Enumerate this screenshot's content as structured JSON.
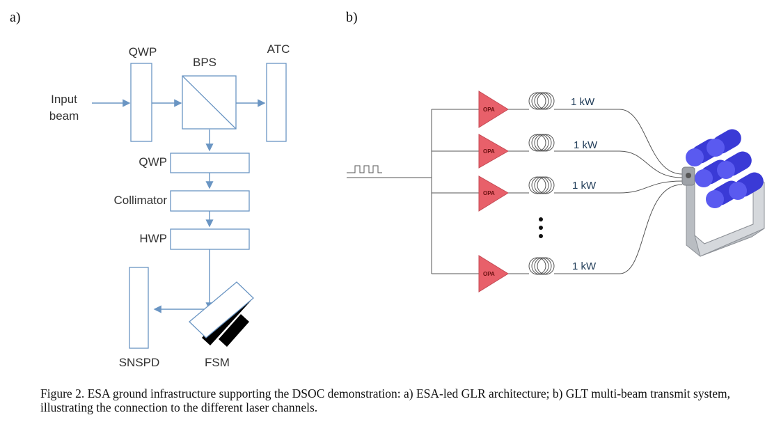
{
  "panels": {
    "a": "a)",
    "b": "b)"
  },
  "diagram_a": {
    "input": [
      "Input",
      "beam"
    ],
    "qwp_top": "QWP",
    "bps": "BPS",
    "atc": "ATC",
    "qwp": "QWP",
    "collimator": "Collimator",
    "hwp": "HWP",
    "snspd": "SNSPD",
    "fsm": "FSM"
  },
  "diagram_b": {
    "amp_label": "OPA",
    "channels": [
      "1 kW",
      "1 kW",
      "1 kW",
      "1 kW"
    ]
  },
  "caption": "Figure 2. ESA ground infrastructure supporting the DSOC demonstration: a) ESA-led GLR architecture; b) GLT multi-beam transmit system, illustrating the connection to the different laser channels.",
  "colors": {
    "beam": "#6a95c3",
    "amplifier": "#e8606a",
    "telescope": "#3a3ad6"
  }
}
